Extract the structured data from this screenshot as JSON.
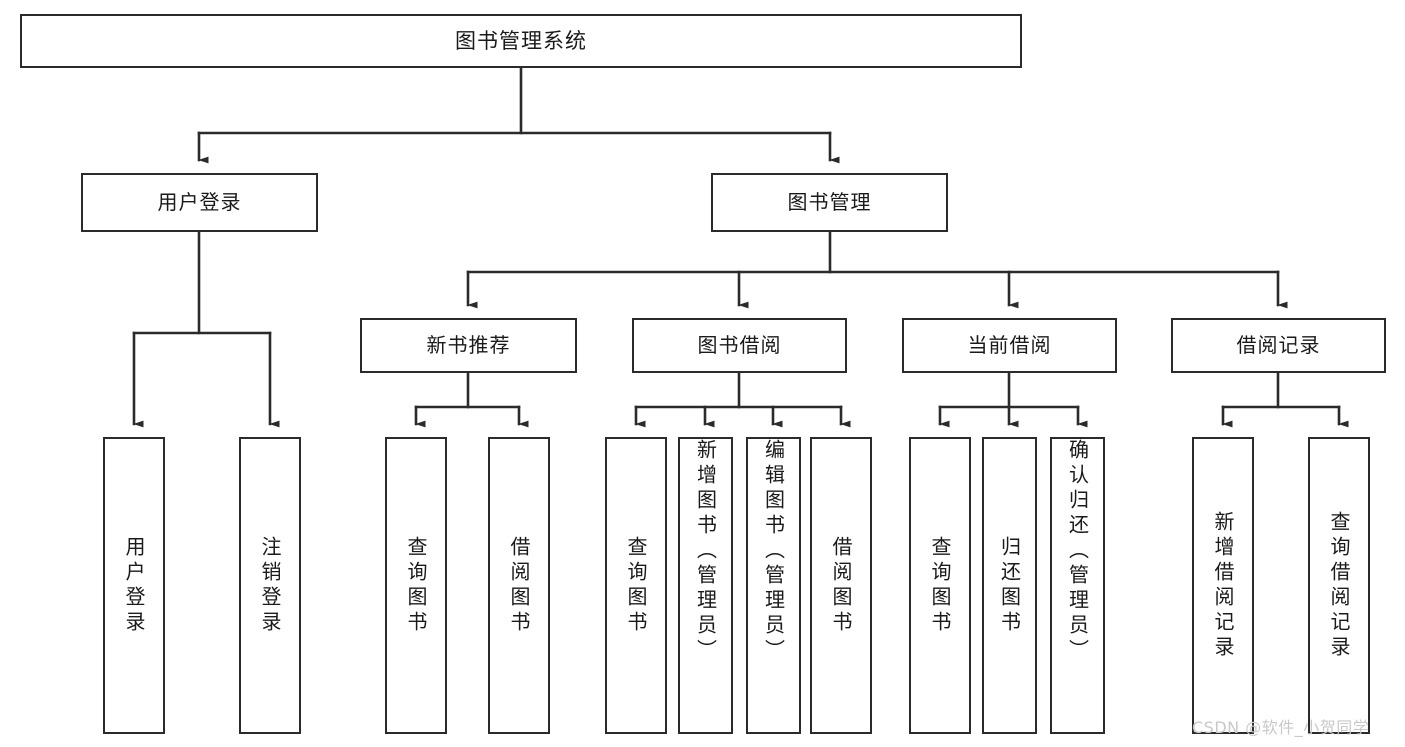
{
  "diagram": {
    "type": "tree-hierarchy-diagram",
    "title": "图书管理系统",
    "theme": {
      "background": "#ffffff",
      "box_border": "#2b2b2b",
      "box_fill": "#ffffff",
      "text": "#1a1a1a",
      "edge": "#2b2b2b",
      "watermark": "#c9c9c9"
    },
    "nodes": {
      "root": {
        "label": "图书管理系统",
        "level": 0,
        "orientation": "horizontal"
      },
      "l1": [
        {
          "id": "user-login",
          "label": "用户登录",
          "orientation": "horizontal"
        },
        {
          "id": "book-manage",
          "label": "图书管理",
          "orientation": "horizontal"
        }
      ],
      "l2": [
        {
          "id": "new-book-recommend",
          "label": "新书推荐",
          "orientation": "horizontal"
        },
        {
          "id": "book-borrow",
          "label": "图书借阅",
          "orientation": "horizontal"
        },
        {
          "id": "current-borrow",
          "label": "当前借阅",
          "orientation": "horizontal"
        },
        {
          "id": "borrow-record",
          "label": "借阅记录",
          "orientation": "horizontal"
        }
      ],
      "l3": [
        {
          "id": "leaf-user-login",
          "label": "用户登录",
          "parent": "user-login",
          "orientation": "vertical",
          "align": "center"
        },
        {
          "id": "leaf-logout",
          "label": "注销登录",
          "parent": "user-login",
          "orientation": "vertical",
          "align": "center"
        },
        {
          "id": "leaf-query-book-1",
          "label": "查询图书",
          "parent": "new-book-recommend",
          "orientation": "vertical",
          "align": "center"
        },
        {
          "id": "leaf-borrow-book-1",
          "label": "借阅图书",
          "parent": "new-book-recommend",
          "orientation": "vertical",
          "align": "center"
        },
        {
          "id": "leaf-query-book-2",
          "label": "查询图书",
          "parent": "book-borrow",
          "orientation": "vertical",
          "align": "center"
        },
        {
          "id": "leaf-add-book",
          "label": "新增图书（管理员）",
          "parent": "book-borrow",
          "orientation": "vertical",
          "align": "top"
        },
        {
          "id": "leaf-edit-book",
          "label": "编辑图书（管理员）",
          "parent": "book-borrow",
          "orientation": "vertical",
          "align": "top"
        },
        {
          "id": "leaf-borrow-book-2",
          "label": "借阅图书",
          "parent": "book-borrow",
          "orientation": "vertical",
          "align": "center"
        },
        {
          "id": "leaf-query-book-3",
          "label": "查询图书",
          "parent": "current-borrow",
          "orientation": "vertical",
          "align": "center"
        },
        {
          "id": "leaf-return-book",
          "label": "归还图书",
          "parent": "current-borrow",
          "orientation": "vertical",
          "align": "center"
        },
        {
          "id": "leaf-confirm-return",
          "label": "确认归还（管理员）",
          "parent": "current-borrow",
          "orientation": "vertical",
          "align": "top"
        },
        {
          "id": "leaf-add-record",
          "label": "新增借阅记录",
          "parent": "borrow-record",
          "orientation": "vertical",
          "align": "center"
        },
        {
          "id": "leaf-query-record",
          "label": "查询借阅记录",
          "parent": "borrow-record",
          "orientation": "vertical",
          "align": "center"
        }
      ]
    },
    "watermark": "CSDN @软件_小贺同学"
  }
}
